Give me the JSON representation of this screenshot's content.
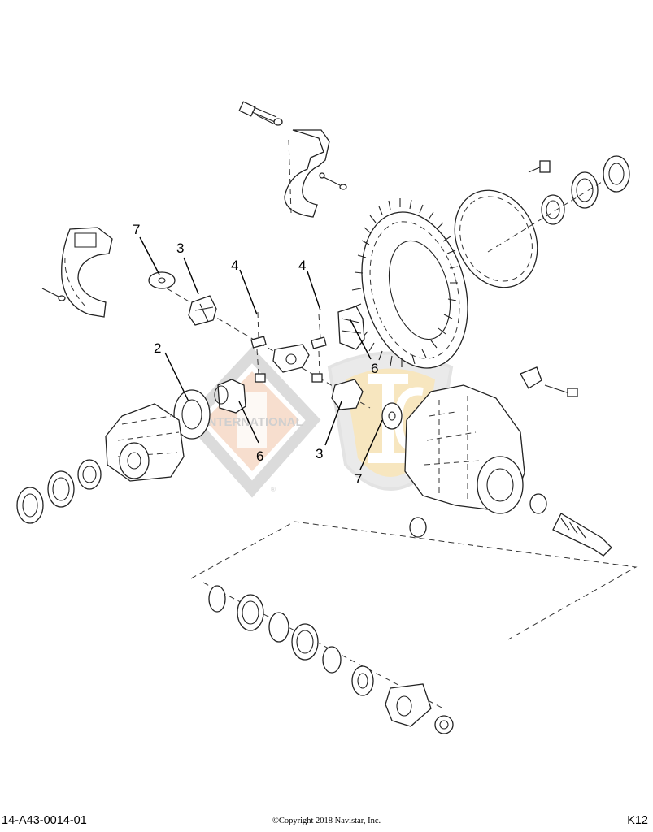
{
  "diagram": {
    "callouts": {
      "c7_top": "7",
      "c3_top": "3",
      "c4_left": "4",
      "c4_right": "4",
      "c2": "2",
      "c6_right": "6",
      "c6_left": "6",
      "c3_bottom": "3",
      "c7_bottom": "7"
    },
    "watermark": {
      "brand_text": "INTERNATIONAL",
      "registered_mark": "®",
      "brand_primary": "#e07b39",
      "brand_secondary": "#f2c14e"
    }
  },
  "footer": {
    "drawing_number": "14-A43-0014-01",
    "copyright": "©Copyright 2018 Navistar, Inc.",
    "page_code": "K12"
  }
}
